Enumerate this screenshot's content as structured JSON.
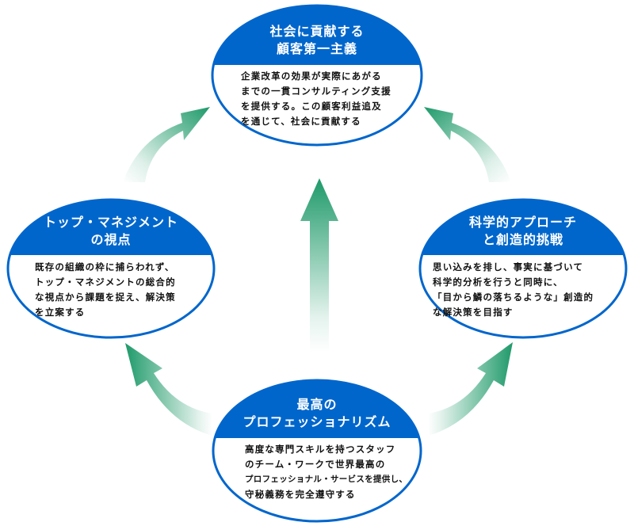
{
  "diagram": {
    "title": "",
    "colors": {
      "node_header": "#0066cc",
      "node_border": "#0066cc",
      "node_fill": "#ffffff",
      "arrow": "#1f9a6a",
      "title_text": "#ffffff",
      "body_text": "#111111"
    },
    "nodes": {
      "top": {
        "title_lines": [
          "社会に貢献する",
          "顧客第一主義"
        ],
        "body_lines": [
          "企業改革の効果が実際にあがる",
          "までの一貫コンサルティング支援",
          "を提供する。この顧客利益追及",
          "を通じて、社会に貢献する"
        ]
      },
      "left": {
        "title_lines": [
          "トップ・マネジメント",
          "の視点"
        ],
        "body_lines": [
          "既存の組織の枠に捕らわれず、",
          "トップ・マネジメントの総合的",
          "な視点から課題を捉え、解決策",
          "を立案する"
        ]
      },
      "right": {
        "title_lines": [
          "科学的アプローチ",
          "と創造的挑戦"
        ],
        "body_lines": [
          "思い込みを排し、事実に基づいて",
          "科学的分析を行うと同時に、",
          "「目から鱗の落ちるような」創造的",
          "な解決策を目指す"
        ]
      },
      "bottom": {
        "title_lines": [
          "最高の",
          "プロフェッショナリズム"
        ],
        "body_lines": [
          "高度な専門スキルを持つスタッフ",
          "のチーム・ワークで世界最高の",
          "プロフェッショナル・サービスを提供し、",
          "守秘義務を完全遵守する"
        ]
      }
    },
    "edges": [
      {
        "from": "bottom",
        "to": "left",
        "style": "curved-arrow"
      },
      {
        "from": "left",
        "to": "top",
        "style": "curved-arrow"
      },
      {
        "from": "right",
        "to": "top",
        "style": "curved-arrow"
      },
      {
        "from": "bottom",
        "to": "right",
        "style": "curved-arrow"
      },
      {
        "from": "bottom",
        "to": "top",
        "style": "straight-arrow"
      }
    ]
  }
}
